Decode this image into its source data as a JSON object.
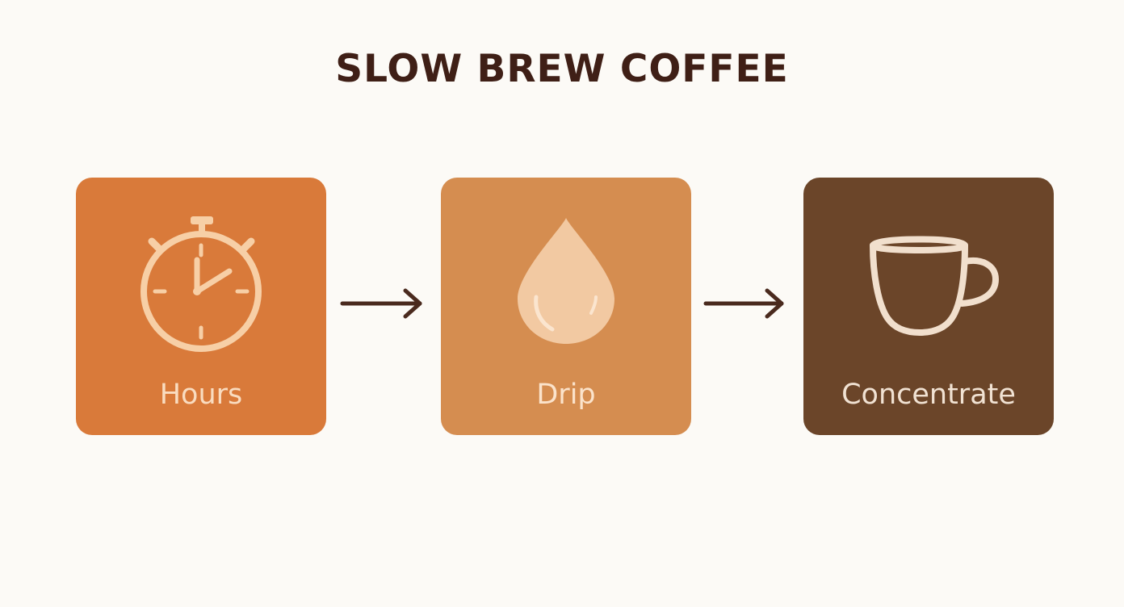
{
  "title": "SLOW BREW COFFEE",
  "steps": [
    {
      "label": "Hours",
      "icon": "stopwatch-icon",
      "color": "#d97a3a"
    },
    {
      "label": "Drip",
      "icon": "water-drop-icon",
      "color": "#d58d50"
    },
    {
      "label": "Concentrate",
      "icon": "coffee-cup-icon",
      "color": "#6b4529"
    }
  ],
  "colors": {
    "background": "#fcfaf6",
    "title": "#3f1f16",
    "arrow": "#4a2a1e",
    "icon_light": "#f7d2ac"
  }
}
